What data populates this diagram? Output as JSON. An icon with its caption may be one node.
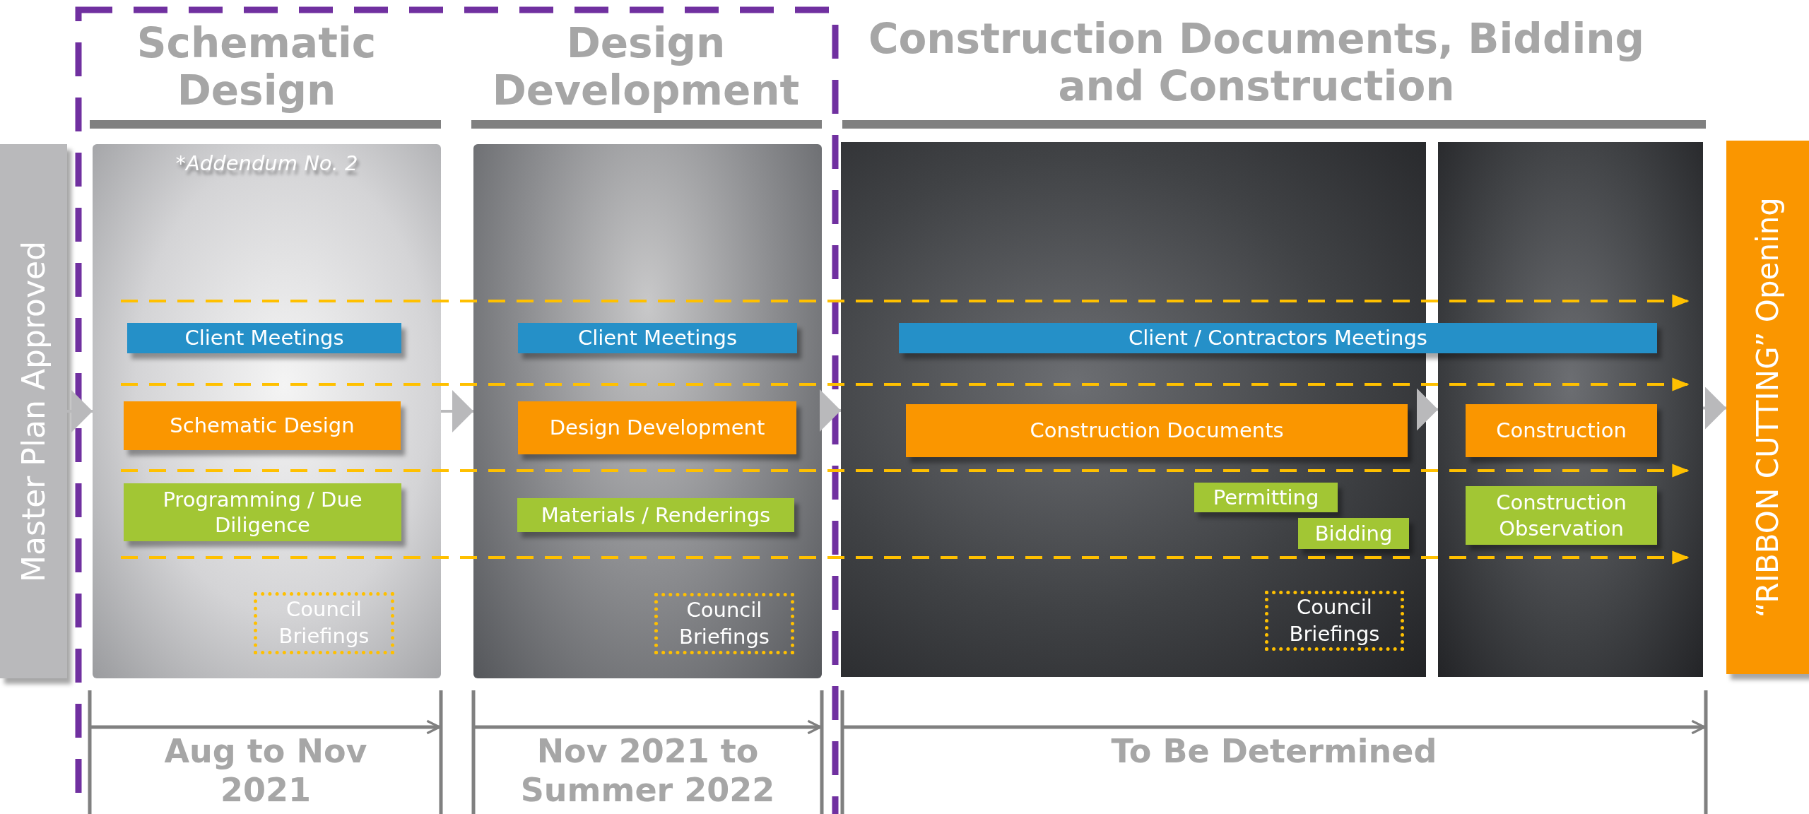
{
  "diagram": {
    "nodes": [
      {
        "text": [
          "Master Plan Approved"
        ]
      },
      {
        "text": [
          "Schematic Design",
          "*Addendum No. 2"
        ],
        "beside": [
          "Aug to Nov 2021"
        ]
      },
      {
        "text": [
          "Client Meetings"
        ],
        "in": 1
      },
      {
        "text": [
          "Schematic Design"
        ],
        "in": 1
      },
      {
        "text": [
          "Programming / Due Diligence"
        ],
        "in": 1
      },
      {
        "text": [
          "Council Briefings"
        ],
        "in": 1
      },
      {
        "text": [
          "Design Development"
        ],
        "beside": [
          "Nov 2021 to Summer 2022"
        ]
      },
      {
        "text": [
          "Client Meetings"
        ],
        "in": 6
      },
      {
        "text": [
          "Design Development"
        ],
        "in": 6
      },
      {
        "text": [
          "Materials / Renderings"
        ],
        "in": 6
      },
      {
        "text": [
          "Council Briefings"
        ],
        "in": 6
      },
      {
        "text": [],
        "shape": "box"
      },
      {
        "text": [],
        "shape": "box"
      },
      {
        "text": [
          "Client / Contractors Meetings"
        ]
      },
      {
        "text": [
          "Construction Documents"
        ],
        "in": 11
      },
      {
        "text": [
          "Permitting"
        ],
        "in": 11
      },
      {
        "text": [
          "Bidding"
        ],
        "in": 11
      },
      {
        "text": [
          "Council Briefings"
        ],
        "in": 11
      },
      {
        "text": [
          "Construction"
        ],
        "in": 12
      },
      {
        "text": [
          "Construction Observation"
        ],
        "in": 12
      },
      {
        "text": [
          "“RIBBON CUTTING” Opening"
        ]
      }
    ],
    "edges": [
      {
        "from": 0,
        "to": 1,
        "arrow": "to"
      },
      {
        "from": 1,
        "to": 6,
        "arrow": "to"
      },
      {
        "from": 6,
        "to": 11,
        "arrow": "to"
      },
      {
        "from": 11,
        "to": 12,
        "arrow": "to"
      },
      {
        "from": 12,
        "to": 20,
        "arrow": "to"
      }
    ],
    "labels": [
      "Construction Documents, Bidding and Construction",
      "To Be Determined"
    ]
  }
}
